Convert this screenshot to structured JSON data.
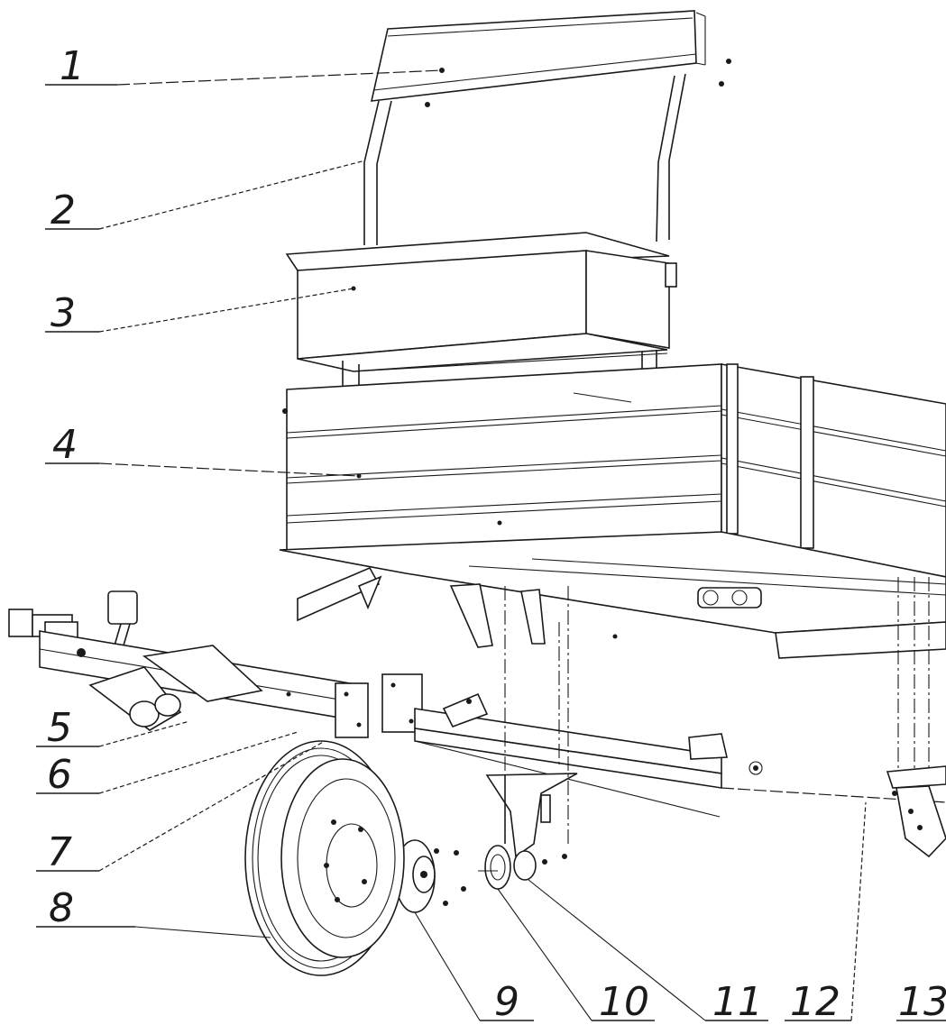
{
  "callouts": [
    {
      "id": "1",
      "text": "1"
    },
    {
      "id": "2",
      "text": "2"
    },
    {
      "id": "3",
      "text": "3"
    },
    {
      "id": "4",
      "text": "4"
    },
    {
      "id": "5",
      "text": "5"
    },
    {
      "id": "6",
      "text": "6"
    },
    {
      "id": "7",
      "text": "7"
    },
    {
      "id": "8",
      "text": "8"
    },
    {
      "id": "9",
      "text": "9"
    },
    {
      "id": "10",
      "text": "10"
    },
    {
      "id": "11",
      "text": "11"
    },
    {
      "id": "12",
      "text": "12"
    },
    {
      "id": "13",
      "text": "13"
    }
  ],
  "colors": {
    "ink": "#1a1a1a",
    "paper": "#ffffff"
  }
}
